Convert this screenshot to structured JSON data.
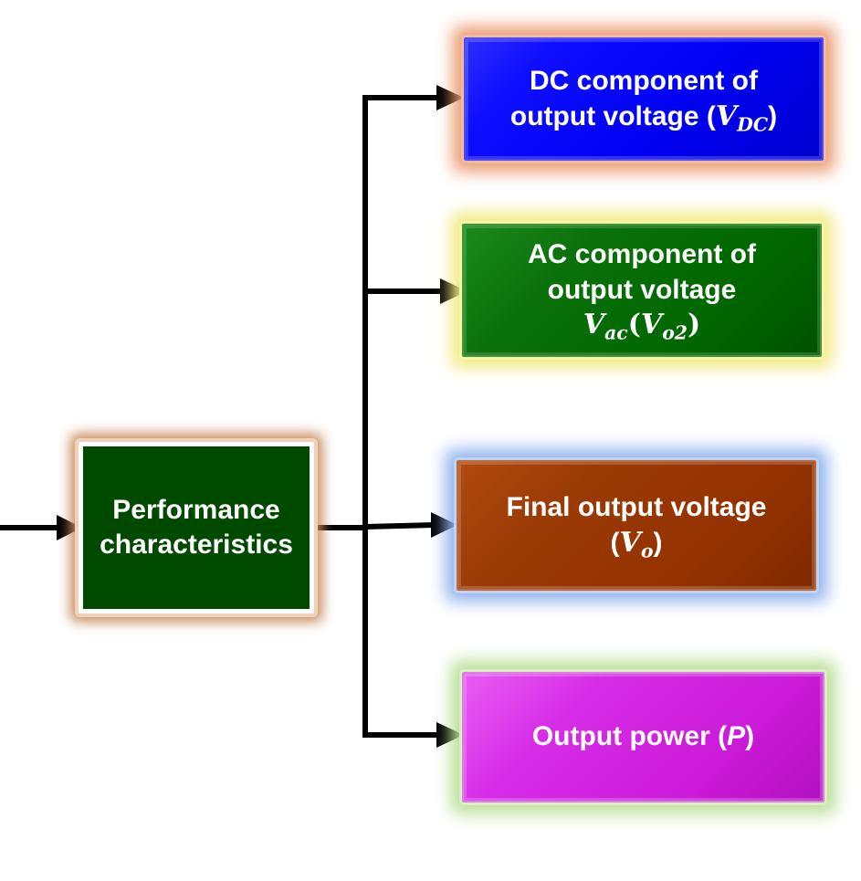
{
  "diagram": {
    "source": {
      "lines": [
        "Performance",
        "characteristics"
      ]
    },
    "outputs": [
      {
        "id": "dc",
        "text_lines": [
          "DC component of",
          "output voltage ("
        ],
        "symbol": "V",
        "subscript": "DC",
        "close": ")",
        "color": "#0000ff"
      },
      {
        "id": "ac",
        "text_lines": [
          "AC component of",
          "output voltage"
        ],
        "symbol": "V",
        "subscript": "ac",
        "open": "(",
        "symbol2": "V",
        "subscript2": "o2",
        "close": ")",
        "color": "#006600"
      },
      {
        "id": "final",
        "text_lines": [
          "Final output voltage",
          "("
        ],
        "symbol": "V",
        "subscript": "o",
        "close": ")",
        "color": "#943200"
      },
      {
        "id": "power",
        "text": "Output power (",
        "symbol": "P",
        "close": ")",
        "color": "#cc1ad9"
      }
    ],
    "arrow_color": "#000000",
    "source_color": "#004a00"
  }
}
